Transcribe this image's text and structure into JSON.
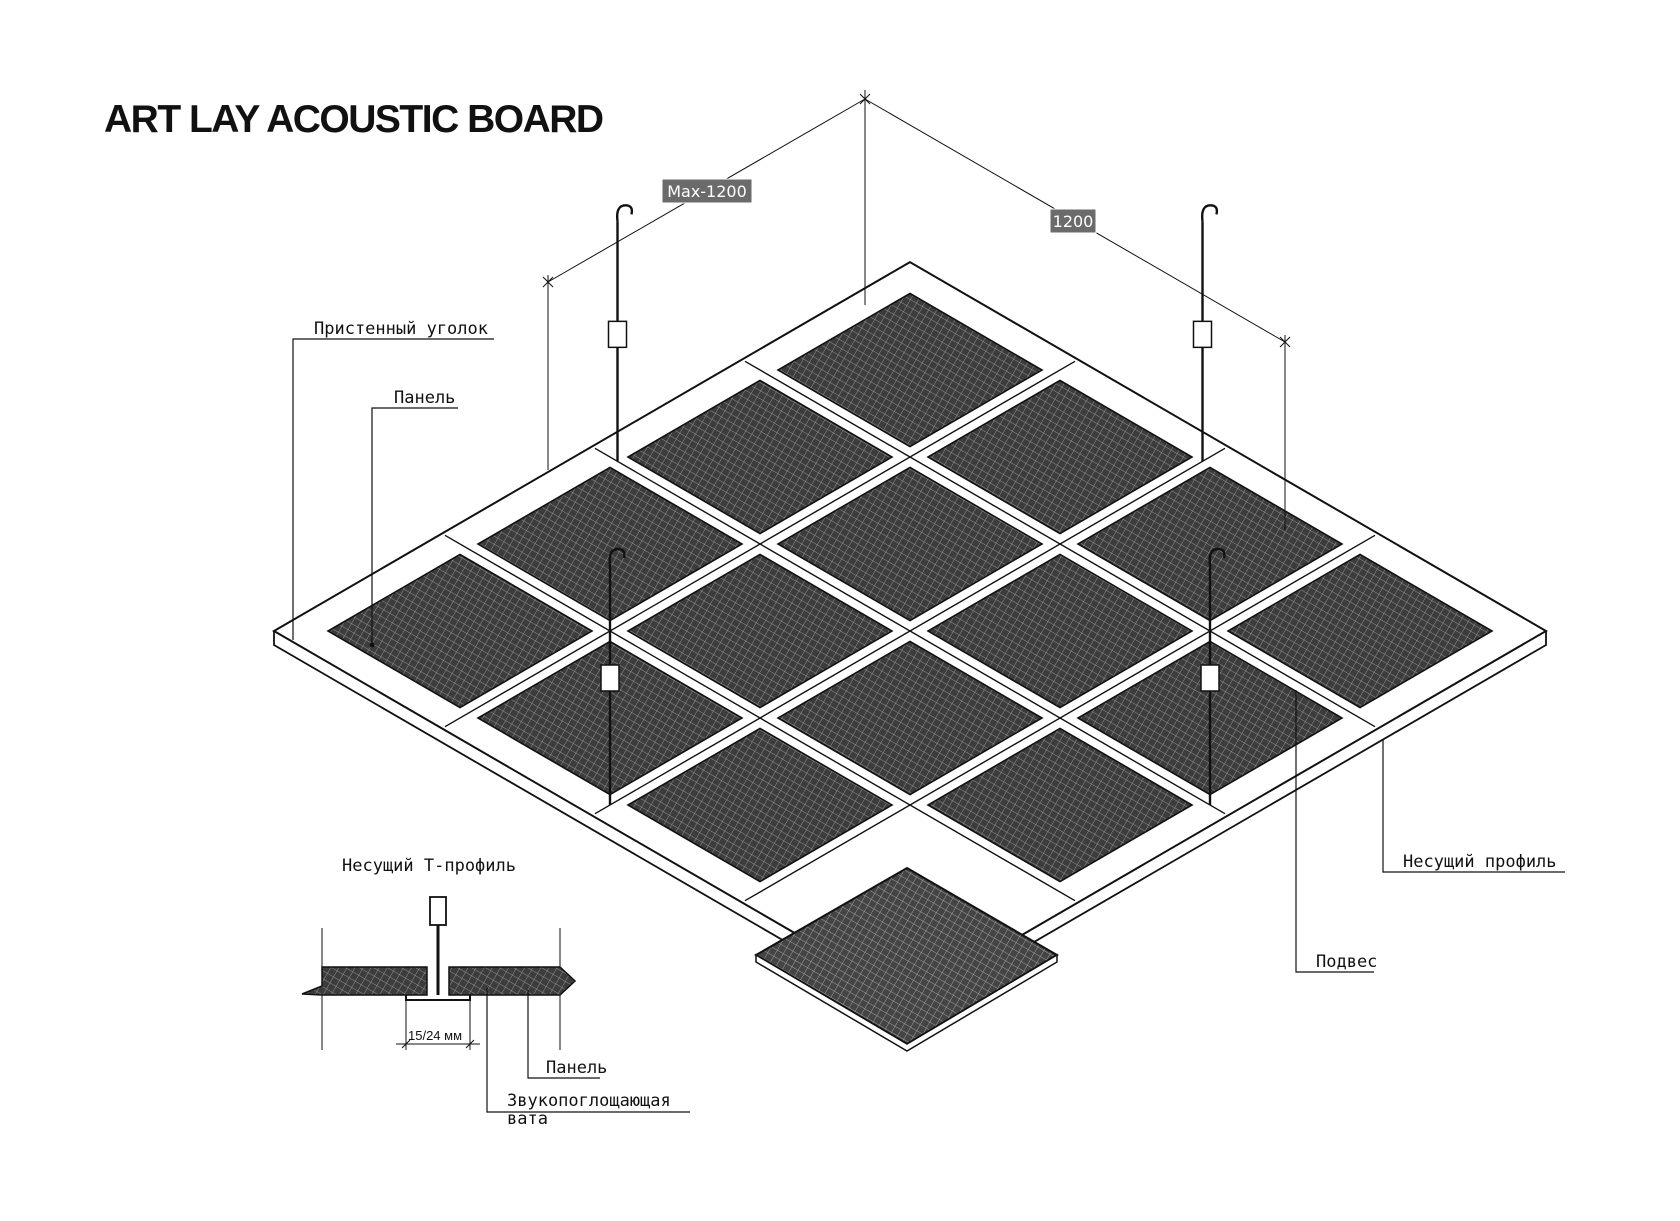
{
  "title": "ART LAY ACOUSTIC BOARD",
  "dimensions": {
    "left": "Max-1200",
    "right": "1200"
  },
  "labels": {
    "wall_angle": "Пристенный уголок",
    "panel_top": "Панель",
    "main_profile": "Несущий профиль",
    "hanger": "Подвес",
    "t_profile": "Несущий Т-профиль",
    "panel_section": "Панель",
    "insulation_1": "Звукопоглощающая",
    "insulation_2": "вата",
    "width": "15/24 мм"
  },
  "colors": {
    "dim_box": "#6b6b6b",
    "panel_fill": "#3a3a3a",
    "line": "#111111"
  }
}
